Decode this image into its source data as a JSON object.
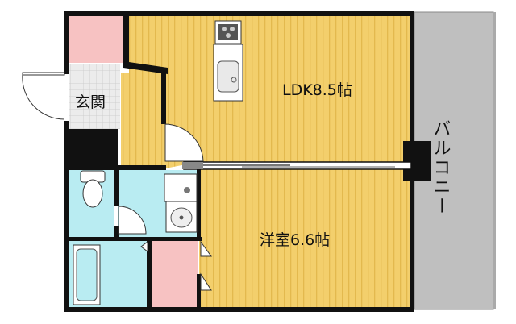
{
  "floorplan": {
    "rooms": {
      "ldk": {
        "label": "LDK8.5帖",
        "color": "#f3cf6c"
      },
      "western": {
        "label": "洋室6.6帖",
        "color": "#f3cf6c"
      },
      "entrance": {
        "label": "玄関",
        "color": "#e7e7e7"
      },
      "balcony": {
        "label": "バルコニー",
        "color": "#bfbfbf"
      },
      "toilet": {
        "color": "#b9ecf2"
      },
      "washroom": {
        "color": "#b9ecf2"
      },
      "bathroom": {
        "color": "#b9ecf2"
      },
      "storage_top": {
        "color": "#f7c2c2"
      },
      "storage_bottom": {
        "color": "#f7c2c2"
      }
    },
    "fixtures": [
      "stove-icon",
      "kitchen-sink-icon",
      "toilet-icon",
      "washbasin-icon",
      "washing-machine-pan-icon",
      "bathtub-icon"
    ],
    "wall_color": "#111111",
    "stripe_color": "#e3b94e"
  }
}
